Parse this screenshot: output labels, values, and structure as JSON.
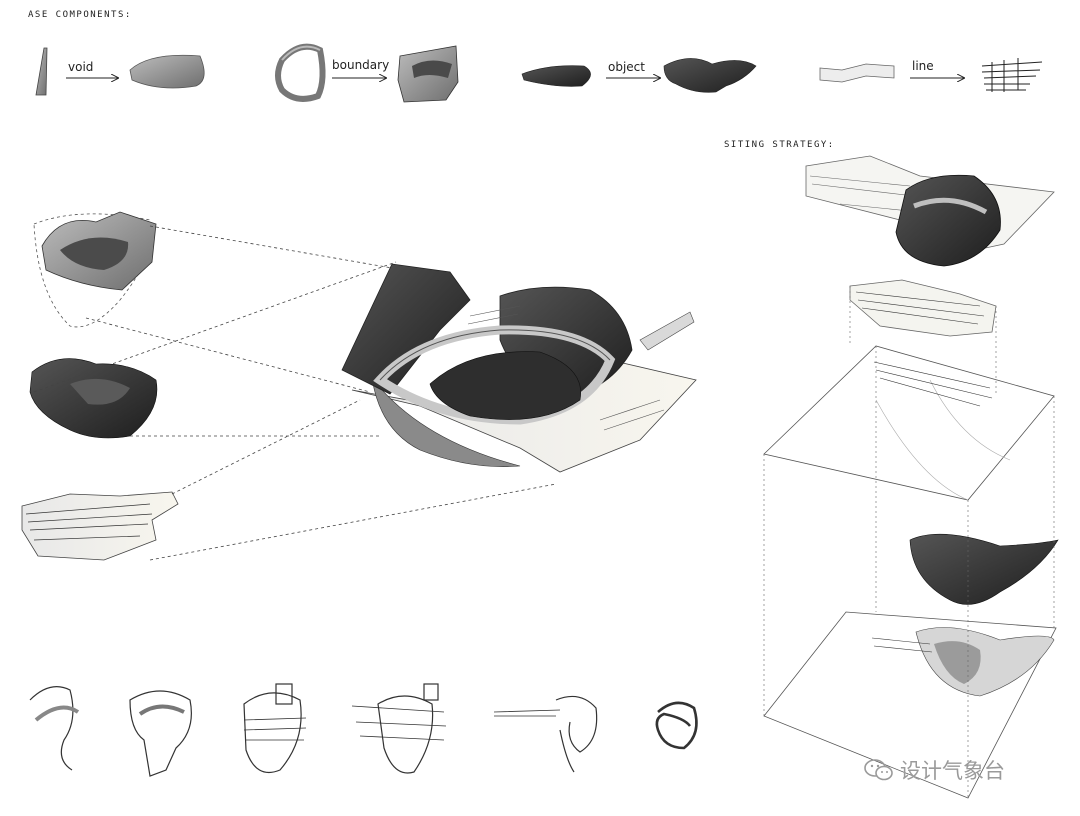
{
  "headings": {
    "base_components": "ASE COMPONENTS:",
    "siting_strategy": "SITING STRATEGY:"
  },
  "components": [
    {
      "label": "void"
    },
    {
      "label": "boundary"
    },
    {
      "label": "object"
    },
    {
      "label": "line"
    }
  ],
  "watermark": {
    "text": "设计气象台",
    "icon": "wechat-icon"
  },
  "colors": {
    "dark_mass": "#3a3a3a",
    "mid_gray": "#8c8c8c",
    "light_gray": "#cfcfcf",
    "line": "#333333"
  }
}
